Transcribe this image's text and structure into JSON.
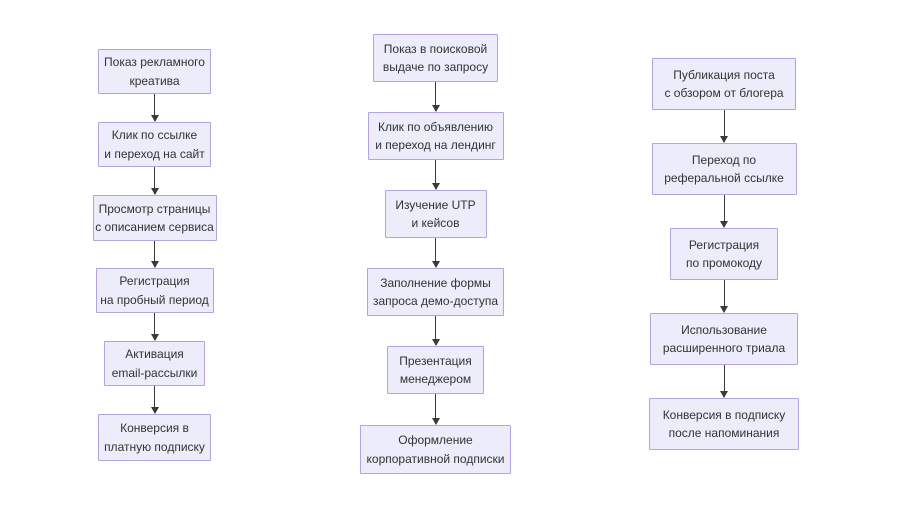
{
  "style": {
    "node_fill": "#ececfb",
    "node_border": "#b4a3e0",
    "text_color": "#333333",
    "arrow_color": "#3a3a3a",
    "background": "#ffffff"
  },
  "flowcharts": [
    {
      "nodes": [
        {
          "line1": "Показ рекламного",
          "line2": "креатива"
        },
        {
          "line1": "Клик по ссылке",
          "line2": "и переход на сайт"
        },
        {
          "line1": "Просмотр страницы",
          "line2": "с описанием сервиса"
        },
        {
          "line1": "Регистрация",
          "line2": "на пробный период"
        },
        {
          "line1": "Активация",
          "line2": "email-рассылки"
        },
        {
          "line1": "Конверсия в",
          "line2": "платную подписку"
        }
      ]
    },
    {
      "nodes": [
        {
          "line1": "Показ в поисковой",
          "line2": "выдаче по запросу"
        },
        {
          "line1": "Клик по объявлению",
          "line2": "и переход на лендинг"
        },
        {
          "line1": "Изучение UTP",
          "line2": "и кейсов"
        },
        {
          "line1": "Заполнение формы",
          "line2": "запроса демо-доступа"
        },
        {
          "line1": "Презентация",
          "line2": "менеджером"
        },
        {
          "line1": "Оформление",
          "line2": "корпоративной подписки"
        }
      ]
    },
    {
      "nodes": [
        {
          "line1": "Публикация поста",
          "line2": "с обзором от блогера"
        },
        {
          "line1": "Переход по",
          "line2": "реферальной ссылке"
        },
        {
          "line1": "Регистрация",
          "line2": "по промокоду"
        },
        {
          "line1": "Использование",
          "line2": "расширенного триала"
        },
        {
          "line1": "Конверсия в подписку",
          "line2": "после напоминания"
        }
      ]
    }
  ]
}
